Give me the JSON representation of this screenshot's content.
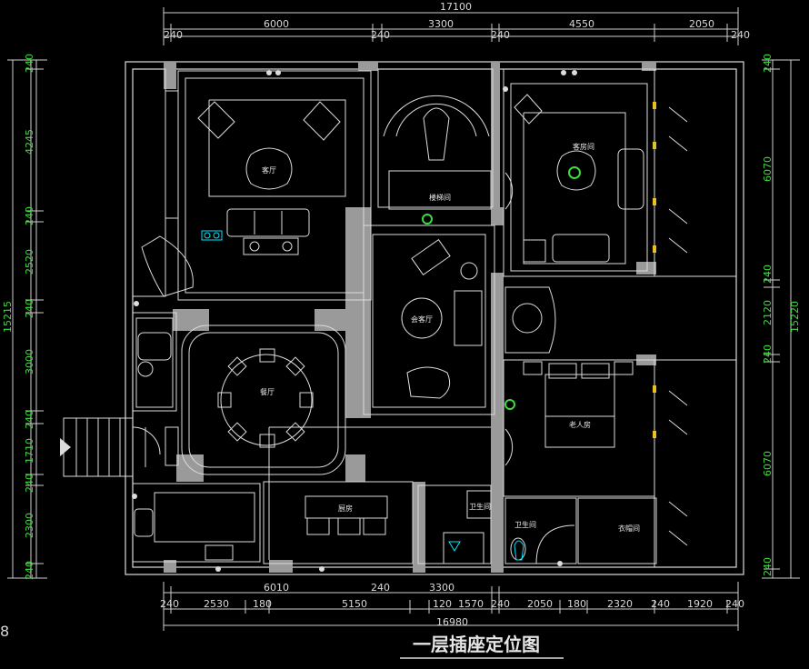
{
  "title": "一层插座定位图",
  "corner_mark": "8",
  "dims": {
    "top_total": "17100",
    "top": [
      "240",
      "6000",
      "240",
      "3300",
      "240",
      "4550",
      "2050",
      "240"
    ],
    "bottom_main": [
      "6010",
      "240",
      "3300"
    ],
    "bottom": [
      "240",
      "2530",
      "180",
      "5150",
      "120",
      "1570",
      "240",
      "2050",
      "180",
      "2320",
      "240",
      "1920",
      "240"
    ],
    "bottom_total": "16980",
    "left_total": "15215",
    "left": [
      "240",
      "4245",
      "240",
      "2520",
      "240",
      "3000",
      "240",
      "1710",
      "240",
      "2300",
      "240"
    ],
    "right_total": "15220",
    "right": [
      "240",
      "6070",
      "240",
      "2120",
      "240",
      "6070",
      "240"
    ]
  },
  "rooms": {
    "living": "客厅",
    "stair": "楼梯间",
    "meeting": "会客厅",
    "dining": "餐厅",
    "kitchen": "厨房",
    "bath_a": "卫生间",
    "elder": "老人房",
    "bath_b": "卫生间",
    "closet": "衣帽间",
    "guest": "客房间"
  },
  "colors": {
    "background": "#000000",
    "lines": "#dcdcdc",
    "wall_fill": "#9a9a9a",
    "dimension_green": "#3cdc3c",
    "outlet_cyan": "#00e5ff"
  }
}
